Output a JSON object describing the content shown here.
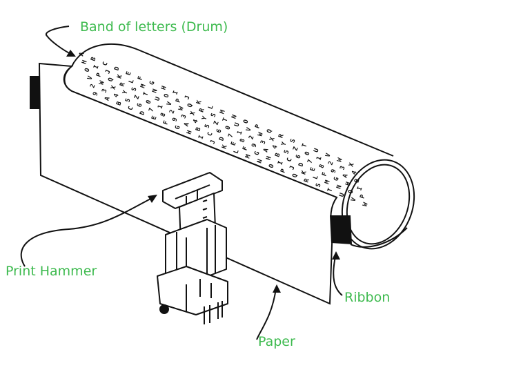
{
  "labels": {
    "drum": "Band of letters (Drum)",
    "hammer": "Print Hammer",
    "ribbon": "Ribbon",
    "paper": "Paper"
  },
  "colors": {
    "label": "#3dba4e",
    "line": "#111111",
    "ribbon": "#111111",
    "background": "#ffffff"
  },
  "drum_characters": "ABCDEFGHIJKLMNOPQRSTUVWXYZ0123456789"
}
